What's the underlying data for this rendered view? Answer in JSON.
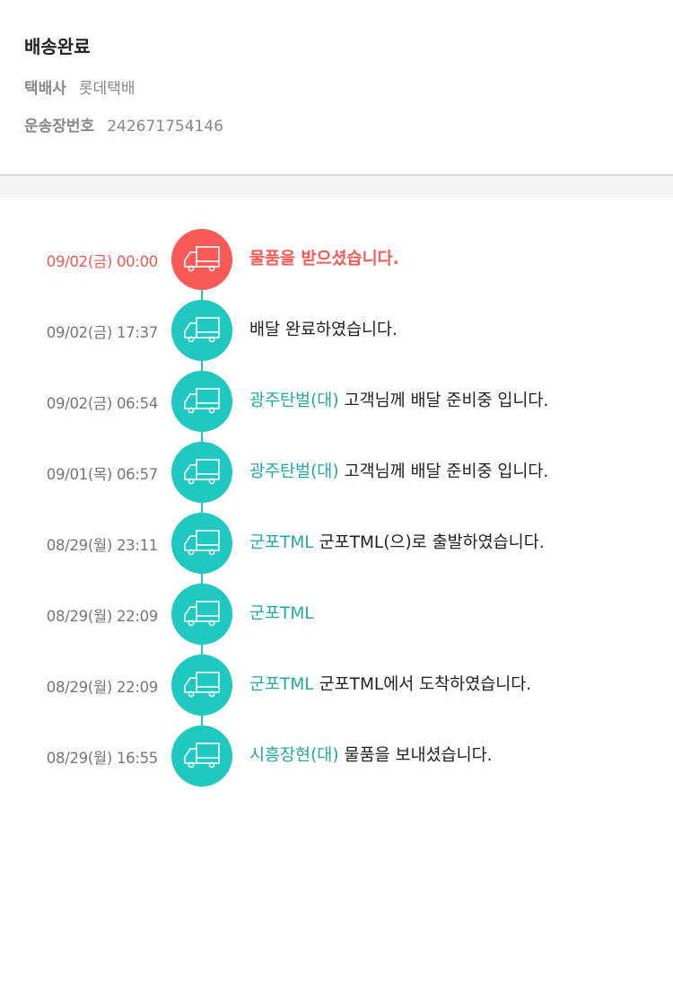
{
  "header": {
    "status": "배송완료",
    "courier_label": "택배사",
    "courier": "롯데택배",
    "tracking_label": "운송장번호",
    "tracking_number": "242671754146"
  },
  "colors": {
    "active": "#fa5a56",
    "normal": "#1fc8c1",
    "place": "#23a9a3"
  },
  "events": [
    {
      "time": "09/02(금) 00:00",
      "place": "",
      "message": "물품을 받으셨습니다.",
      "icon": "truck-icon",
      "active": true
    },
    {
      "time": "09/02(금) 17:37",
      "place": "",
      "message": "배달 완료하였습니다.",
      "icon": "truck-icon"
    },
    {
      "time": "09/02(금) 06:54",
      "place": "광주탄벌(대)",
      "message": "고객님께 배달 준비중 입니다.",
      "icon": "truck-icon"
    },
    {
      "time": "09/01(목) 06:57",
      "place": "광주탄벌(대)",
      "message": "고객님께 배달 준비중 입니다.",
      "icon": "truck-icon"
    },
    {
      "time": "08/29(월) 23:11",
      "place": "군포TML",
      "message": "군포TML(으)로 출발하였습니다.",
      "icon": "truck-icon"
    },
    {
      "time": "08/29(월) 22:09",
      "place": "군포TML",
      "message": "",
      "icon": "truck-icon"
    },
    {
      "time": "08/29(월) 22:09",
      "place": "군포TML",
      "message": "군포TML에서 도착하였습니다.",
      "icon": "truck-icon"
    },
    {
      "time": "08/29(월) 16:55",
      "place": "시흥장현(대)",
      "message": "물품을 보내셨습니다.",
      "icon": "truck-icon"
    }
  ]
}
